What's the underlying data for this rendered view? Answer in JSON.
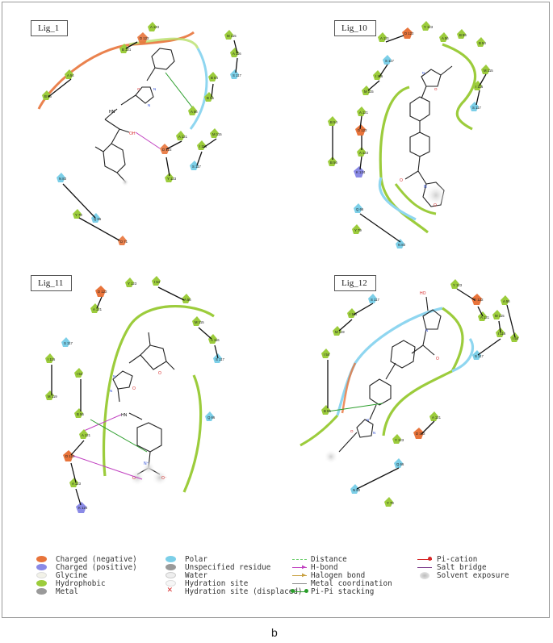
{
  "panels": [
    {
      "label": "Lig_1"
    },
    {
      "label": "Lig_10"
    },
    {
      "label": "Lig_11"
    },
    {
      "label": "Lig_12"
    }
  ],
  "legend": {
    "col1": [
      "Charged (negative)",
      "Charged (positive)",
      "Glycine",
      "Hydrophobic",
      "Metal"
    ],
    "col2": [
      "Polar",
      "Unspecified residue",
      "Water",
      "Hydration site",
      "Hydration site (displaced)"
    ],
    "col3": [
      "Distance",
      "H-bond",
      "Halogen bond",
      "Metal coordination",
      "Pi-Pi stacking"
    ],
    "col4": [
      "Pi-cation",
      "Salt bridge",
      "Solvent exposure"
    ]
  },
  "colors": {
    "negative": "#e8743b",
    "positive": "#8a8ae6",
    "glycine": "#f2f2e8",
    "hydrophobic": "#9ccc3c",
    "metal": "#9a9a9a",
    "polar": "#7ccfe8",
    "hbond": "#c040c0",
    "pipi": "#2a9d2a",
    "pication": "#d62828",
    "distance": "#6fcf6f"
  },
  "figure_letter": "b"
}
